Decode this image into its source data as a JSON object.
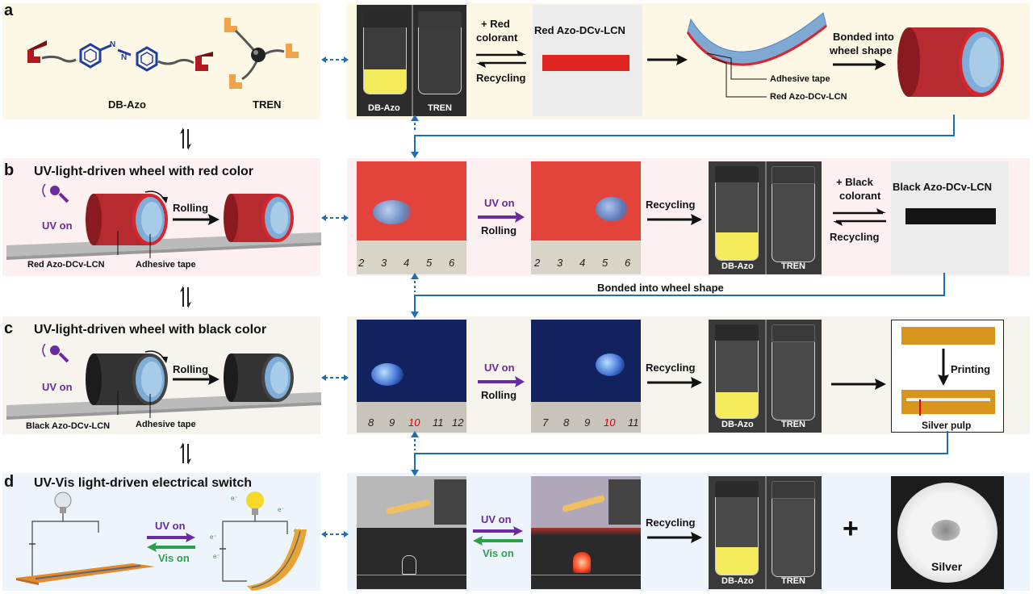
{
  "panels": {
    "a": {
      "letter": "a",
      "labels": {
        "dbazo": "DB-Azo",
        "tren": "TREN"
      }
    },
    "b": {
      "letter": "b",
      "title": "UV-light-driven wheel with red color",
      "uv_on": "UV on",
      "rolling": "Rolling",
      "film": "Red Azo-DCv-LCN",
      "tape": "Adhesive tape"
    },
    "c": {
      "letter": "c",
      "title": "UV-light-driven wheel with black color",
      "uv_on": "UV on",
      "rolling": "Rolling",
      "film": "Black Azo-DCv-LCN",
      "tape": "Adhesive tape"
    },
    "d": {
      "letter": "d",
      "title": "UV-Vis light-driven electrical switch",
      "uv_on": "UV on",
      "vis_on": "Vis on"
    }
  },
  "row_a": {
    "vial_left": "DB-Azo",
    "vial_right": "TREN",
    "add_red": "+ Red",
    "colorant": "colorant",
    "recycling": "Recycling",
    "film_title": "Red Azo-DCv-LCN",
    "adhesive_tape": "Adhesive tape",
    "red_film": "Red Azo-DCv-LCN",
    "bonded1": "Bonded into",
    "bonded2": "wheel shape"
  },
  "row_b": {
    "ruler": [
      "2",
      "3",
      "4",
      "5",
      "6"
    ],
    "uv_on": "UV on",
    "rolling": "Rolling",
    "recycling": "Recycling",
    "vial_left": "DB-Azo",
    "vial_right": "TREN",
    "add_black": "+ Black",
    "colorant": "colorant",
    "recycling2": "Recycling",
    "film_title": "Black Azo-DCv-LCN",
    "bonded": "Bonded into wheel shape"
  },
  "row_c": {
    "ruler1": [
      "8",
      "9",
      "10",
      "11",
      "12"
    ],
    "ruler2": [
      "7",
      "8",
      "9",
      "10",
      "11"
    ],
    "uv_on": "UV on",
    "rolling": "Rolling",
    "recycling": "Recycling",
    "vial_left": "DB-Azo",
    "vial_right": "TREN",
    "printing": "Printing",
    "silver_pulp": "Silver pulp"
  },
  "row_d": {
    "uv_on": "UV on",
    "vis_on": "Vis on",
    "recycling": "Recycling",
    "vial_left": "DB-Azo",
    "vial_right": "TREN",
    "plus": "+",
    "silver": "Silver"
  },
  "colors": {
    "red": "#d8262c",
    "blue_arrow": "#1e6db5",
    "uv_purple": "#6a2aa0",
    "vis_green": "#2aa04a",
    "tape_blue": "#7fb0d6"
  }
}
